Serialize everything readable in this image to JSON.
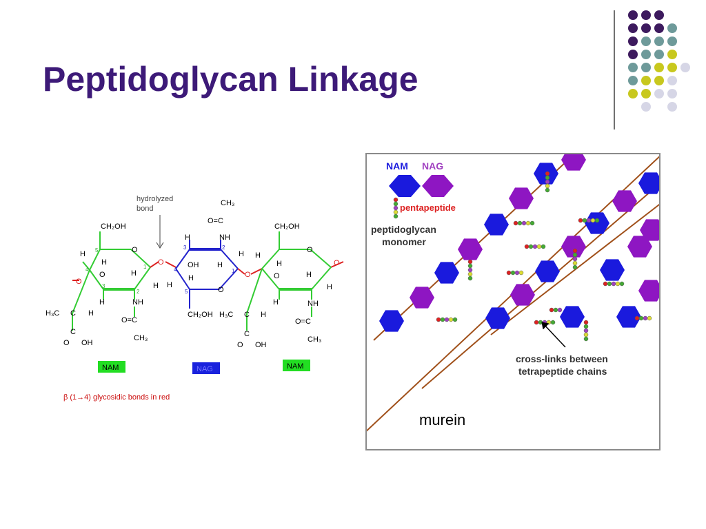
{
  "slide": {
    "title": "Peptidoglycan Linkage",
    "title_color": "#3d1a78",
    "murein_label": "murein"
  },
  "decor": {
    "dot_colors": {
      "purple": "#3d1a5e",
      "teal": "#6e9a9a",
      "yellow": "#c8c81e",
      "lavender": "#d6d6e6"
    }
  },
  "structure": {
    "annotation": "hydrolyzed bond",
    "annotation_line1": "hydrolyzed",
    "annotation_line2": "bond",
    "labels": {
      "ch2oh": "CH₂OH",
      "ch3": "CH₃",
      "o": "O",
      "h": "H",
      "nh": "NH",
      "oh": "OH",
      "c": "C",
      "h3c": "H₃C",
      "o_eq_c": "O=C",
      "c1": "1",
      "c2": "2",
      "c3": "3",
      "c4": "4",
      "c5": "5"
    },
    "tags": [
      "NAM",
      "NAG",
      "NAM"
    ],
    "tag_colors": {
      "nam": "#22dd22",
      "nag": "#1a22dd"
    },
    "caption": "β (1→4) glycosidic bonds in red",
    "caption_color": "#cc1111",
    "ring_colors": {
      "nam": "#33cc33",
      "nag": "#2222cc",
      "bond": "#dd2222"
    }
  },
  "cell_wall": {
    "legend": {
      "nam": "NAM",
      "nag": "NAG",
      "pentapeptide": "pentapeptide"
    },
    "monomer_label_line1": "peptidoglycan",
    "monomer_label_line2": "monomer",
    "crosslink_line1": "cross-links between",
    "crosslink_line2": "tetrapeptide chains",
    "colors": {
      "nam": "#1a1add",
      "nag": "#8e16c2",
      "glycan_chain": "#a0501a",
      "peptide_red": "#dd2222",
      "peptide_green": "#44aa33",
      "peptide_purple": "#a040c0",
      "peptide_yellow": "#dddd33"
    }
  }
}
